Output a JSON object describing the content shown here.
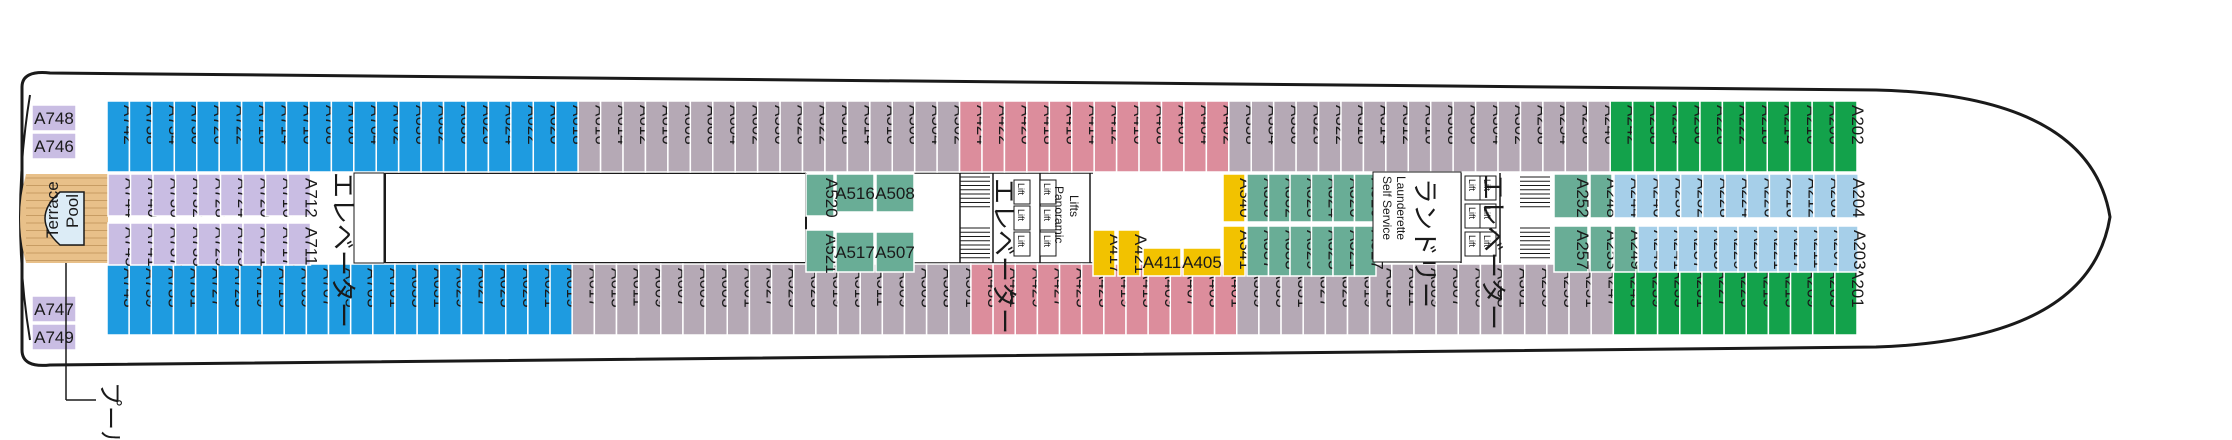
{
  "colors": {
    "blue": "#1e9be0",
    "gray": "#b5a9b5",
    "pink": "#dc8d9c",
    "lavender": "#c9bde3",
    "teal": "#69ad96",
    "yellow": "#f2c200",
    "green": "#13a24b",
    "lightblue": "#a6cfe9"
  },
  "icons": {
    "accessible": "wheelchair-icon",
    "connecting": "connecting-dot-icon",
    "bed": "sofa-bed-icon"
  },
  "amenities": {
    "pool_name": "Terrace Pool",
    "pool_line1": "Terrace",
    "pool_line2": "Pool",
    "pool_callout": "プール",
    "elevator": "エレベーター",
    "laundry": "ランドリー",
    "laundry_sub1": "Self Service",
    "laundry_sub2": "Launderette",
    "panoramic1": "Panoramic",
    "panoramic2": "Lifts",
    "lift": "Lift"
  },
  "cabins": {
    "top_row": [
      "A742",
      "A738",
      "A734",
      "A730",
      "A726",
      "A722",
      "A718",
      "A714",
      "A710",
      "A708",
      "A706",
      "A704",
      "A702",
      "A636",
      "A632",
      "A630",
      "A626",
      "A624",
      "A622",
      "A620",
      "A618",
      "A616",
      "A614",
      "A612",
      "A610",
      "A608",
      "A606",
      "A604",
      "A602",
      "A530",
      "A526",
      "A522",
      "A518",
      "A514",
      "A510",
      "A506",
      "A504",
      "A502",
      "A424",
      "A422",
      "A420",
      "A418",
      "A416",
      "A414",
      "A412",
      "A410",
      "A408",
      "A406",
      "A404",
      "A402",
      "A338",
      "A334",
      "A330",
      "A326",
      "A322",
      "A318",
      "A314",
      "A312",
      "A310",
      "A308",
      "A306",
      "A304",
      "A302",
      "A256",
      "A254",
      "A250",
      "A246",
      "A242",
      "A238",
      "A234",
      "A230",
      "A226",
      "A222",
      "A218",
      "A214",
      "A210",
      "A206",
      "A202"
    ],
    "bottom_row": [
      "A743",
      "A739",
      "A735",
      "A731",
      "A727",
      "A723",
      "A719",
      "A715",
      "A709",
      "A707",
      "A705",
      "A703",
      "A701",
      "A635",
      "A631",
      "A629",
      "A627",
      "A625",
      "A623",
      "A621",
      "A619",
      "A617",
      "A615",
      "A611",
      "A609",
      "A607",
      "A605",
      "A603",
      "A601",
      "A527",
      "A525",
      "A523",
      "A519",
      "A515",
      "A511",
      "A509",
      "A505",
      "A503",
      "A501",
      "A433",
      "A431",
      "A429",
      "A427",
      "A425",
      "A423",
      "A419",
      "A415",
      "A409",
      "A407",
      "A403",
      "A401",
      "A339",
      "A335",
      "A331",
      "A327",
      "A323",
      "A319",
      "A315",
      "A311",
      "A309",
      "A307",
      "A305",
      "A303",
      "A301",
      "A259",
      "A255",
      "A251",
      "A247",
      "A243",
      "A239",
      "A235",
      "A231",
      "A227",
      "A223",
      "A219",
      "A215",
      "A209",
      "A205",
      "A201"
    ],
    "mid_aft_upper": [
      "A744",
      "A740",
      "A736",
      "A732",
      "A728",
      "A724",
      "A720",
      "A716",
      "A712"
    ],
    "mid_aft_lower": [
      "A745",
      "A741",
      "A737",
      "A733",
      "A729",
      "A725",
      "A721",
      "A717",
      "A711"
    ],
    "stern": [
      "A748",
      "A746",
      "A747",
      "A749"
    ],
    "center_teal_upper": [
      "A516",
      "A508"
    ],
    "center_teal_left": [
      "A520",
      "A521"
    ],
    "center_teal_lower": [
      "A517",
      "A507"
    ],
    "center_yellow": [
      "A417",
      "A421",
      "A411",
      "A405",
      "A340",
      "A341"
    ],
    "center_right_upper": [
      "A336",
      "A332",
      "A328",
      "A324",
      "A320",
      "A316"
    ],
    "center_right_lower": [
      "A337",
      "A333",
      "A329",
      "A325",
      "A321",
      "A317"
    ],
    "fwd_teal": [
      "A252",
      "A248",
      "A257",
      "A253",
      "A249"
    ],
    "fwd_upper": [
      "A244",
      "A240",
      "A236",
      "A232",
      "A228",
      "A224",
      "A220",
      "A216",
      "A212",
      "A208",
      "A204"
    ],
    "fwd_lower": [
      "A245",
      "A241",
      "A237",
      "A233",
      "A229",
      "A225",
      "A221",
      "A217",
      "A211",
      "A207",
      "A203"
    ]
  }
}
